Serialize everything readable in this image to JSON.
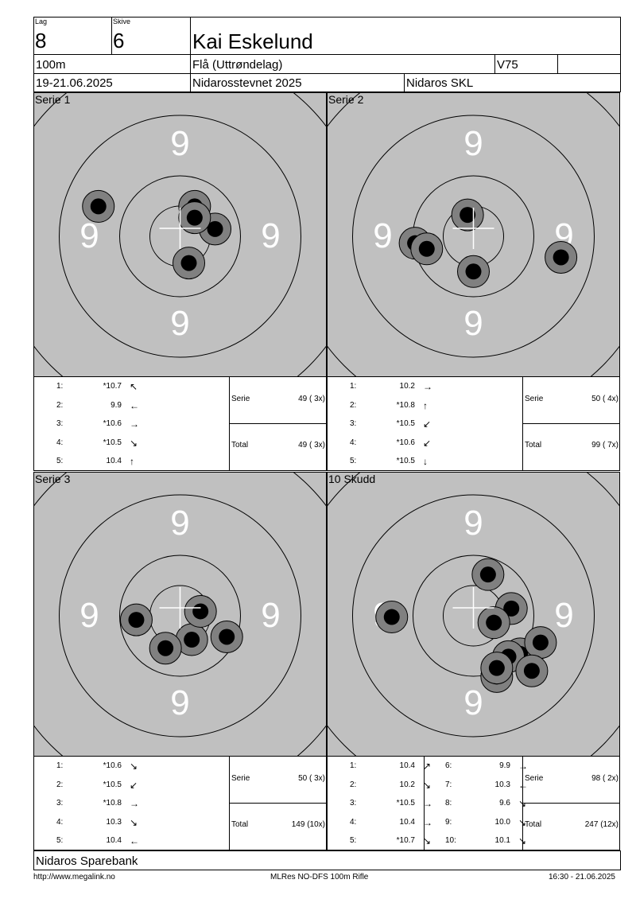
{
  "header": {
    "lag_label": "Lag",
    "lag_value": "8",
    "skive_label": "Skive",
    "skive_value": "6",
    "shooter_name": "Kai Eskelund",
    "distance": "100m",
    "club": "Flå (Uttrøndelag)",
    "class": "V75",
    "dates": "19-21.06.2025",
    "event": "Nidarosstevnet 2025",
    "organizer": "Nidaros SKL"
  },
  "target": {
    "ring_number": "9",
    "colors": {
      "face": "#c0c0c0",
      "shot_outer": "#808080",
      "shot_inner": "#000000",
      "cross": "#ffffff"
    }
  },
  "panels": [
    {
      "title": "Serie 1",
      "shots": [
        {
          "n": "1:",
          "v": "*10.7",
          "dir": "↖"
        },
        {
          "n": "2:",
          "v": "9.9",
          "dir": "←"
        },
        {
          "n": "3:",
          "v": "*10.6",
          "dir": "→"
        },
        {
          "n": "4:",
          "v": "*10.5",
          "dir": "↘"
        },
        {
          "n": "5:",
          "v": "10.4",
          "dir": "↑"
        }
      ],
      "serie_label": "Serie",
      "serie_value": "49 ( 3x)",
      "total_label": "Total",
      "total_value": "49 ( 3x)",
      "hits": [
        [
          0.62,
          0.48
        ],
        [
          0.55,
          0.4
        ],
        [
          0.55,
          0.44
        ],
        [
          0.22,
          0.4
        ],
        [
          0.53,
          0.6
        ]
      ]
    },
    {
      "title": "Serie 2",
      "shots": [
        {
          "n": "1:",
          "v": "10.2",
          "dir": "→"
        },
        {
          "n": "2:",
          "v": "*10.8",
          "dir": "↑"
        },
        {
          "n": "3:",
          "v": "*10.5",
          "dir": "↙"
        },
        {
          "n": "4:",
          "v": "*10.6",
          "dir": "↙"
        },
        {
          "n": "5:",
          "v": "*10.5",
          "dir": "↓"
        }
      ],
      "serie_label": "Serie",
      "serie_value": "50 ( 4x)",
      "total_label": "Total",
      "total_value": "99 ( 7x)",
      "hits": [
        [
          0.8,
          0.58
        ],
        [
          0.48,
          0.43
        ],
        [
          0.3,
          0.53
        ],
        [
          0.34,
          0.55
        ],
        [
          0.5,
          0.63
        ]
      ]
    },
    {
      "title": "Serie 3",
      "shots": [
        {
          "n": "1:",
          "v": "*10.6",
          "dir": "↘"
        },
        {
          "n": "2:",
          "v": "*10.5",
          "dir": "↙"
        },
        {
          "n": "3:",
          "v": "*10.8",
          "dir": "→"
        },
        {
          "n": "4:",
          "v": "10.3",
          "dir": "↘"
        },
        {
          "n": "5:",
          "v": "10.4",
          "dir": "←"
        }
      ],
      "serie_label": "Serie",
      "serie_value": "50 ( 3x)",
      "total_label": "Total",
      "total_value": "149 (10x)",
      "hits": [
        [
          0.54,
          0.59
        ],
        [
          0.45,
          0.62
        ],
        [
          0.57,
          0.49
        ],
        [
          0.66,
          0.58
        ],
        [
          0.35,
          0.52
        ]
      ]
    },
    {
      "title": "10 Skudd",
      "shots": [
        {
          "n": "1:",
          "v": "10.4",
          "dir": "↗"
        },
        {
          "n": "2:",
          "v": "10.2",
          "dir": "↘"
        },
        {
          "n": "3:",
          "v": "*10.5",
          "dir": "→"
        },
        {
          "n": "4:",
          "v": "10.4",
          "dir": "→"
        },
        {
          "n": "5:",
          "v": "*10.7",
          "dir": "↘"
        }
      ],
      "shots2": [
        {
          "n": "6:",
          "v": "9.9",
          "dir": "→"
        },
        {
          "n": "7:",
          "v": "10.3",
          "dir": "←"
        },
        {
          "n": "8:",
          "v": "9.6",
          "dir": "↘"
        },
        {
          "n": "9:",
          "v": "10.0",
          "dir": "↘"
        },
        {
          "n": "10:",
          "v": "10.1",
          "dir": "↘"
        }
      ],
      "serie_label": "Serie",
      "serie_value": "98 ( 2x)",
      "total_label": "Total",
      "total_value": "247 (12x)",
      "hits": [
        [
          0.63,
          0.48
        ],
        [
          0.57,
          0.53
        ],
        [
          0.66,
          0.64
        ],
        [
          0.62,
          0.65
        ],
        [
          0.58,
          0.72
        ],
        [
          0.22,
          0.51
        ],
        [
          0.55,
          0.36
        ],
        [
          0.73,
          0.6
        ],
        [
          0.7,
          0.7
        ],
        [
          0.58,
          0.69
        ]
      ]
    }
  ],
  "footer": {
    "sponsor": "Nidaros Sparebank",
    "url": "http://www.megalink.no",
    "software": "MLRes NO-DFS 100m Rifle",
    "timestamp": "16:30 - 21.06.2025"
  }
}
